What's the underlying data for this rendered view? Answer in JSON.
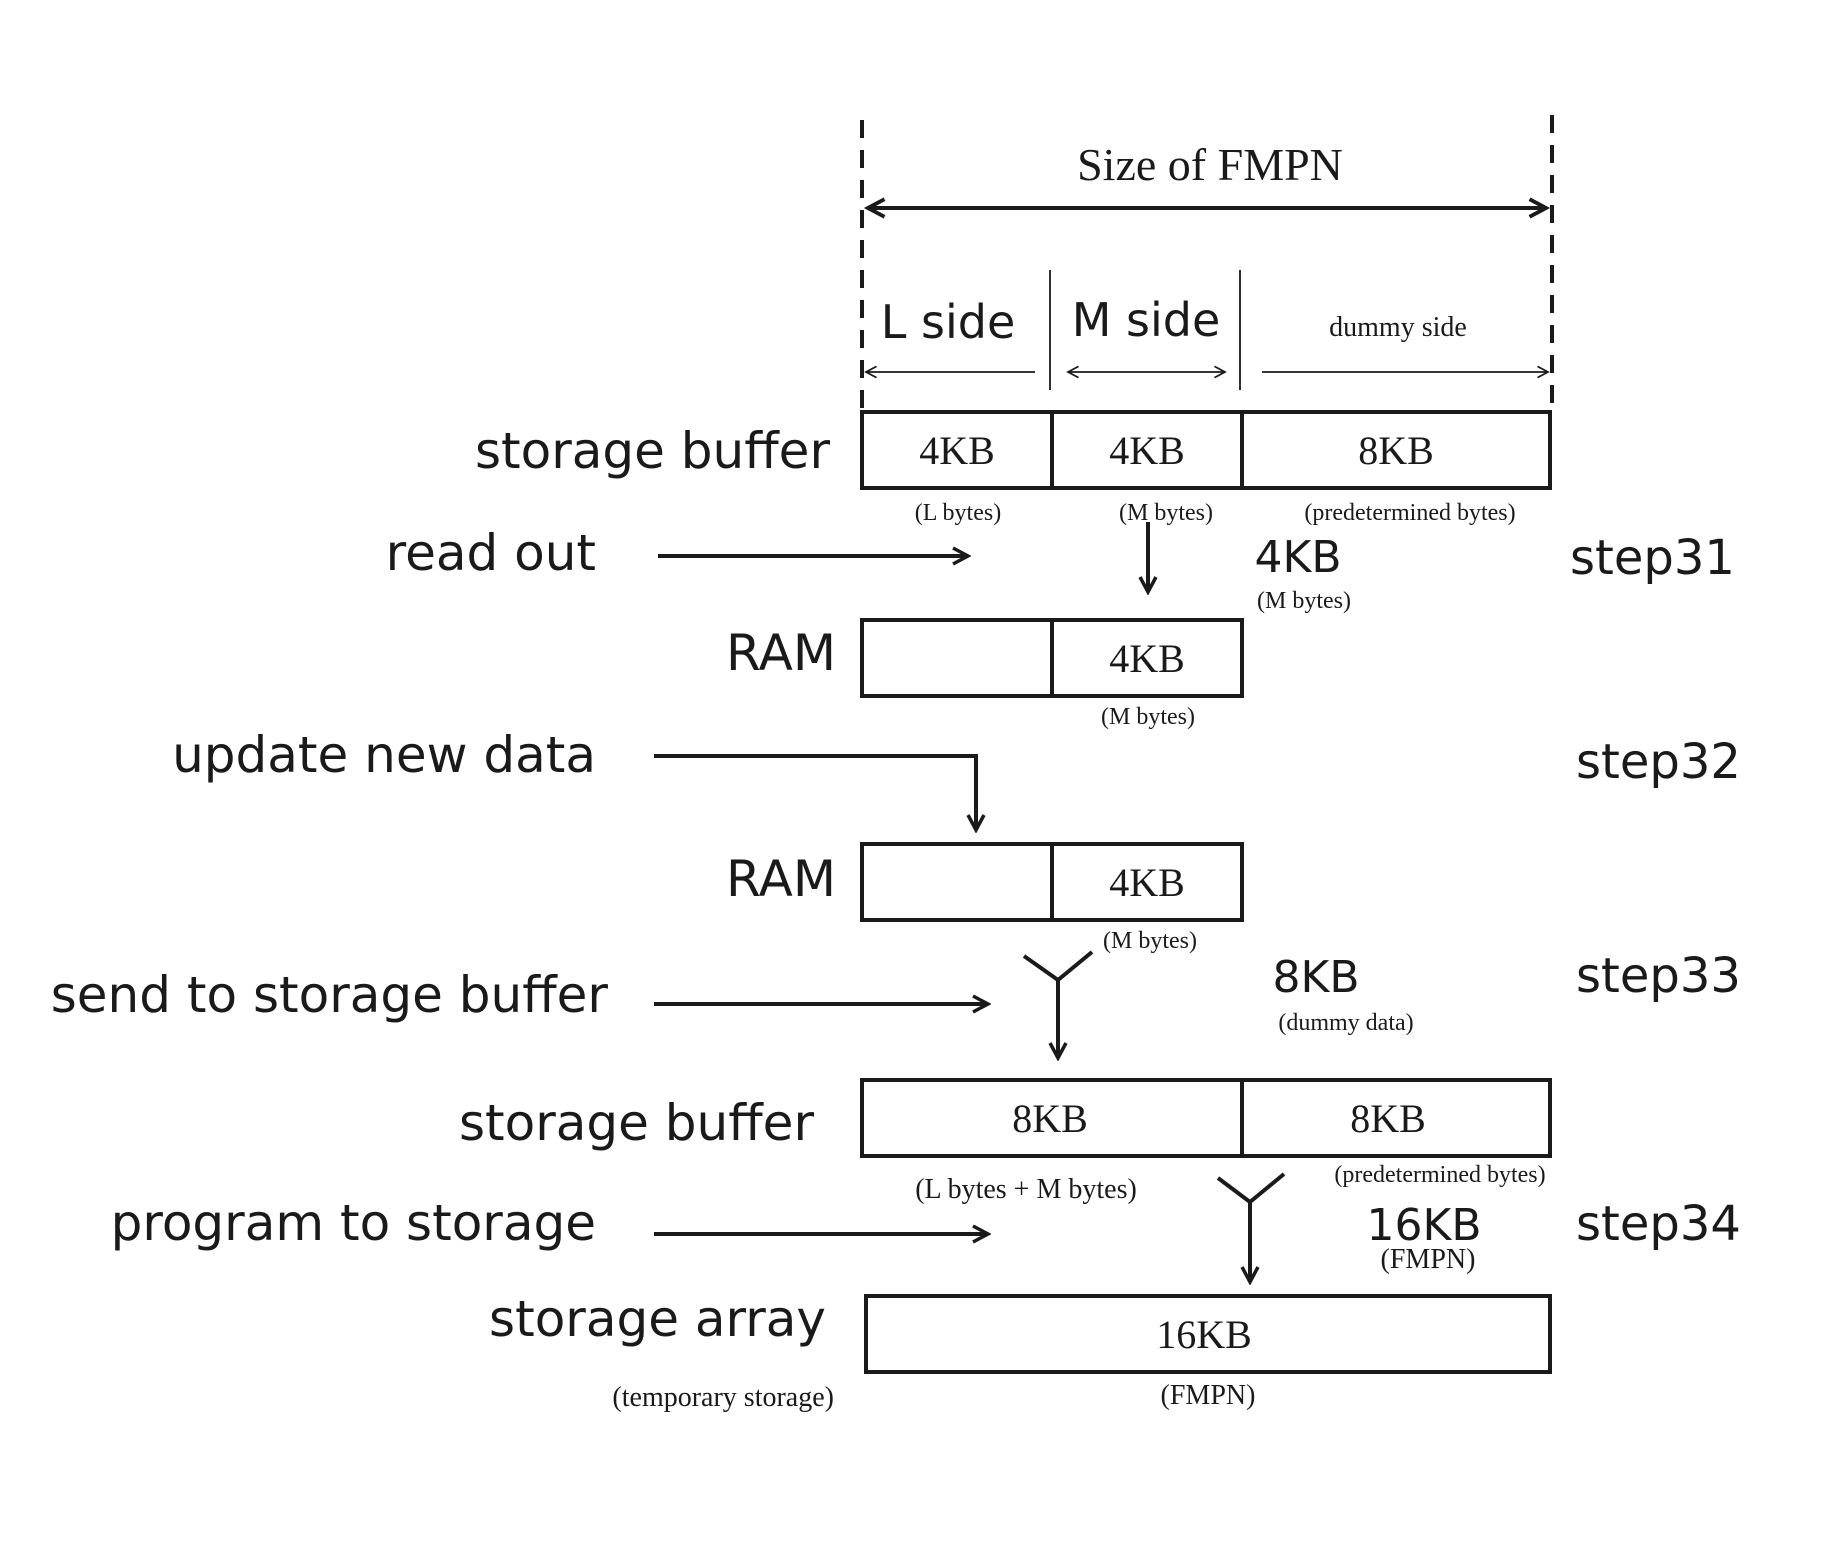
{
  "header": {
    "size_label": "Size of FMPN",
    "l_side": "L side",
    "m_side": "M side",
    "dummy_side": "dummy side"
  },
  "rows": {
    "storage_buffer_1": {
      "label": "storage buffer",
      "cells": [
        "4KB",
        "4KB",
        "8KB"
      ],
      "notes": [
        "(L bytes)",
        "(M bytes)",
        "(predetermined bytes)"
      ]
    },
    "ram_1": {
      "label": "RAM",
      "cells": [
        "",
        "4KB"
      ],
      "note": "(M bytes)"
    },
    "ram_2": {
      "label": "RAM",
      "cells": [
        "",
        "4KB"
      ],
      "note": "(M bytes)"
    },
    "storage_buffer_2": {
      "label": "storage buffer",
      "cells": [
        "8KB",
        "8KB"
      ],
      "notes": [
        "(L bytes + M bytes)",
        "(predetermined bytes)"
      ]
    },
    "storage_array": {
      "label": "storage array",
      "sublabel": "(temporary storage)",
      "cell": "16KB",
      "note": "(FMPN)"
    }
  },
  "actions": {
    "read_out": "read out",
    "update_new_data": "update new data",
    "send_to_storage_buffer": "send to storage buffer",
    "program_to_storage": "program to storage"
  },
  "transfers": {
    "t31": {
      "size": "4KB",
      "note": "(M bytes)"
    },
    "t33": {
      "size": "8KB",
      "note": "(dummy data)"
    },
    "t34": {
      "size": "16KB",
      "note": "(FMPN)"
    }
  },
  "steps": [
    "step31",
    "step32",
    "step33",
    "step34"
  ]
}
